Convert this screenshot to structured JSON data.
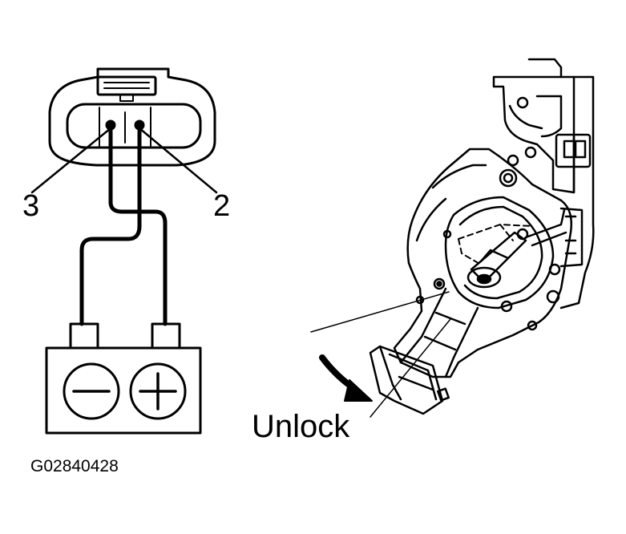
{
  "labels": {
    "terminal_3": "3",
    "terminal_2": "2",
    "direction": "Unlock",
    "figure_code": "G02840428"
  },
  "colors": {
    "line": "#000000",
    "background": "#ffffff"
  },
  "icons": {
    "battery_negative": "minus-icon",
    "battery_positive": "plus-icon",
    "direction_arrow": "curved-arrow-icon"
  }
}
